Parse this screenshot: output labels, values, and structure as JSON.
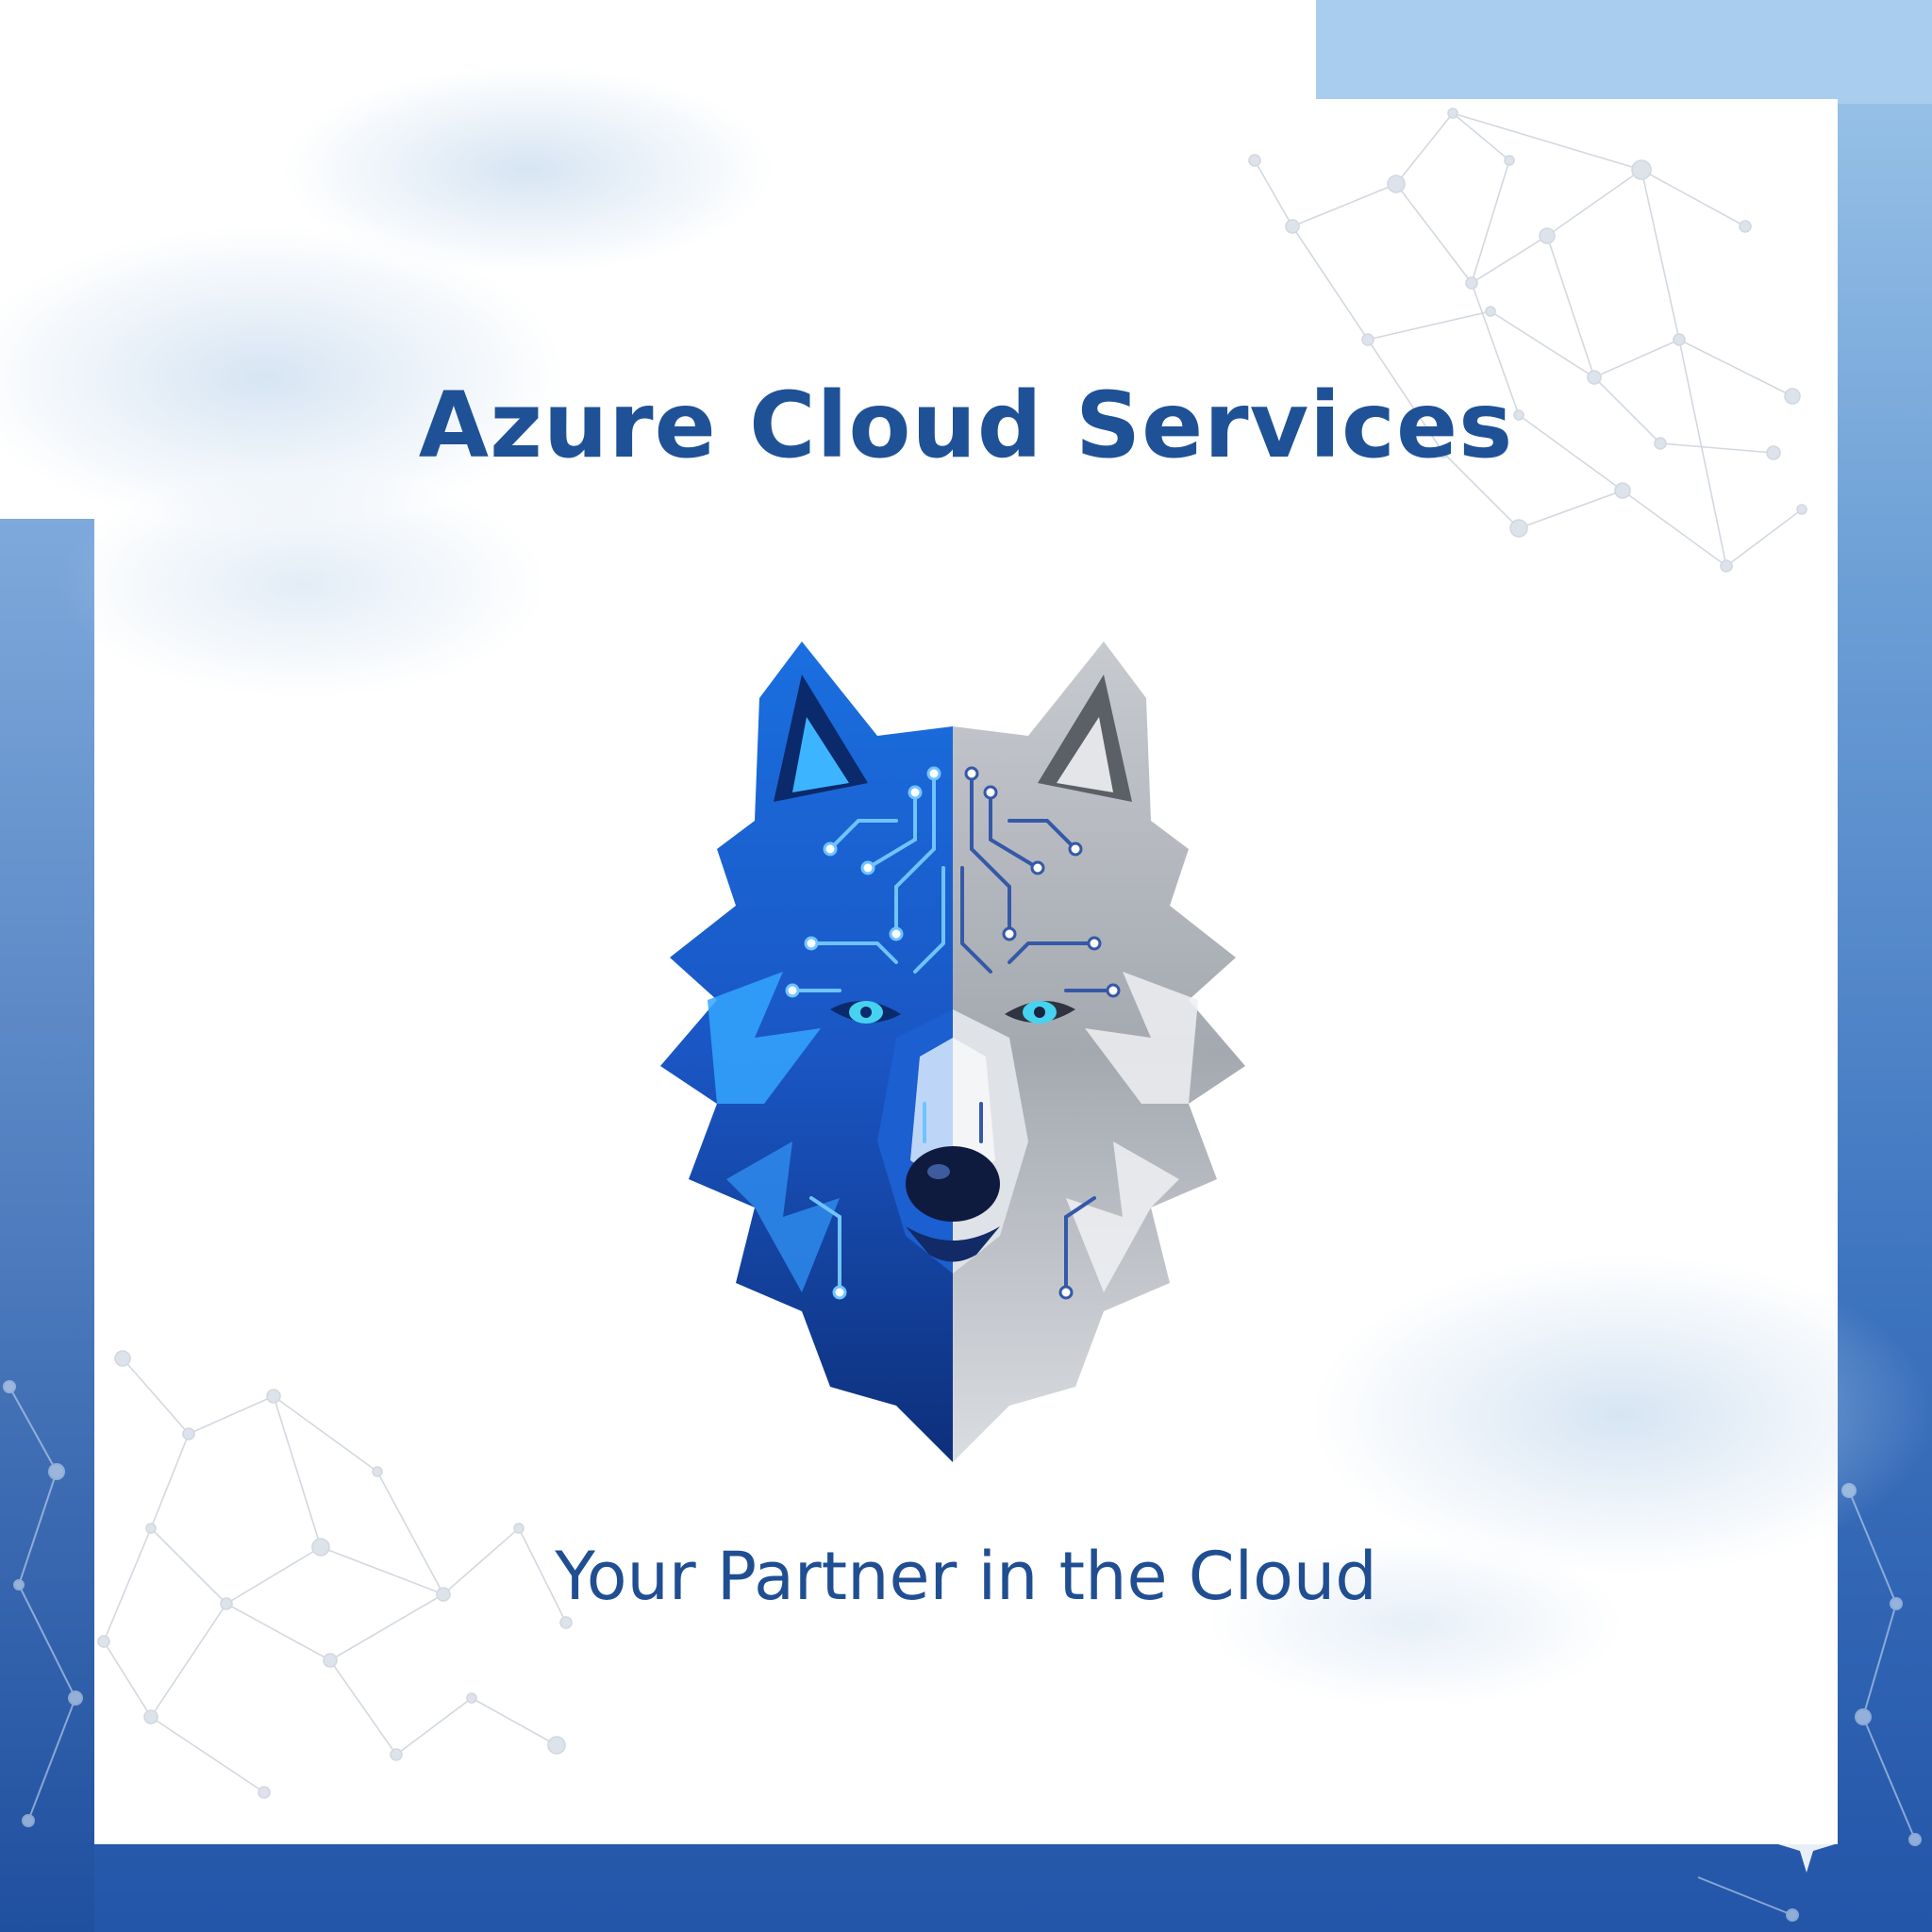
{
  "poster": {
    "title": "Azure Cloud Services",
    "tagline": "Your Partner in the Cloud"
  },
  "artwork": {
    "subject": "wolf-head-logo",
    "style": "half blue circuit-board, half silver-grey fur"
  },
  "colors": {
    "title_text": "#1f5196",
    "tagline_text": "#1f4e92",
    "background_top": "#9ec7ea",
    "background_bottom": "#2355a8",
    "card": "#ffffff",
    "wolf_blue_dark": "#0f3f9a",
    "wolf_blue_bright": "#1e90ff",
    "wolf_grey": "#a8acb2",
    "eye": "#46d3f0"
  }
}
